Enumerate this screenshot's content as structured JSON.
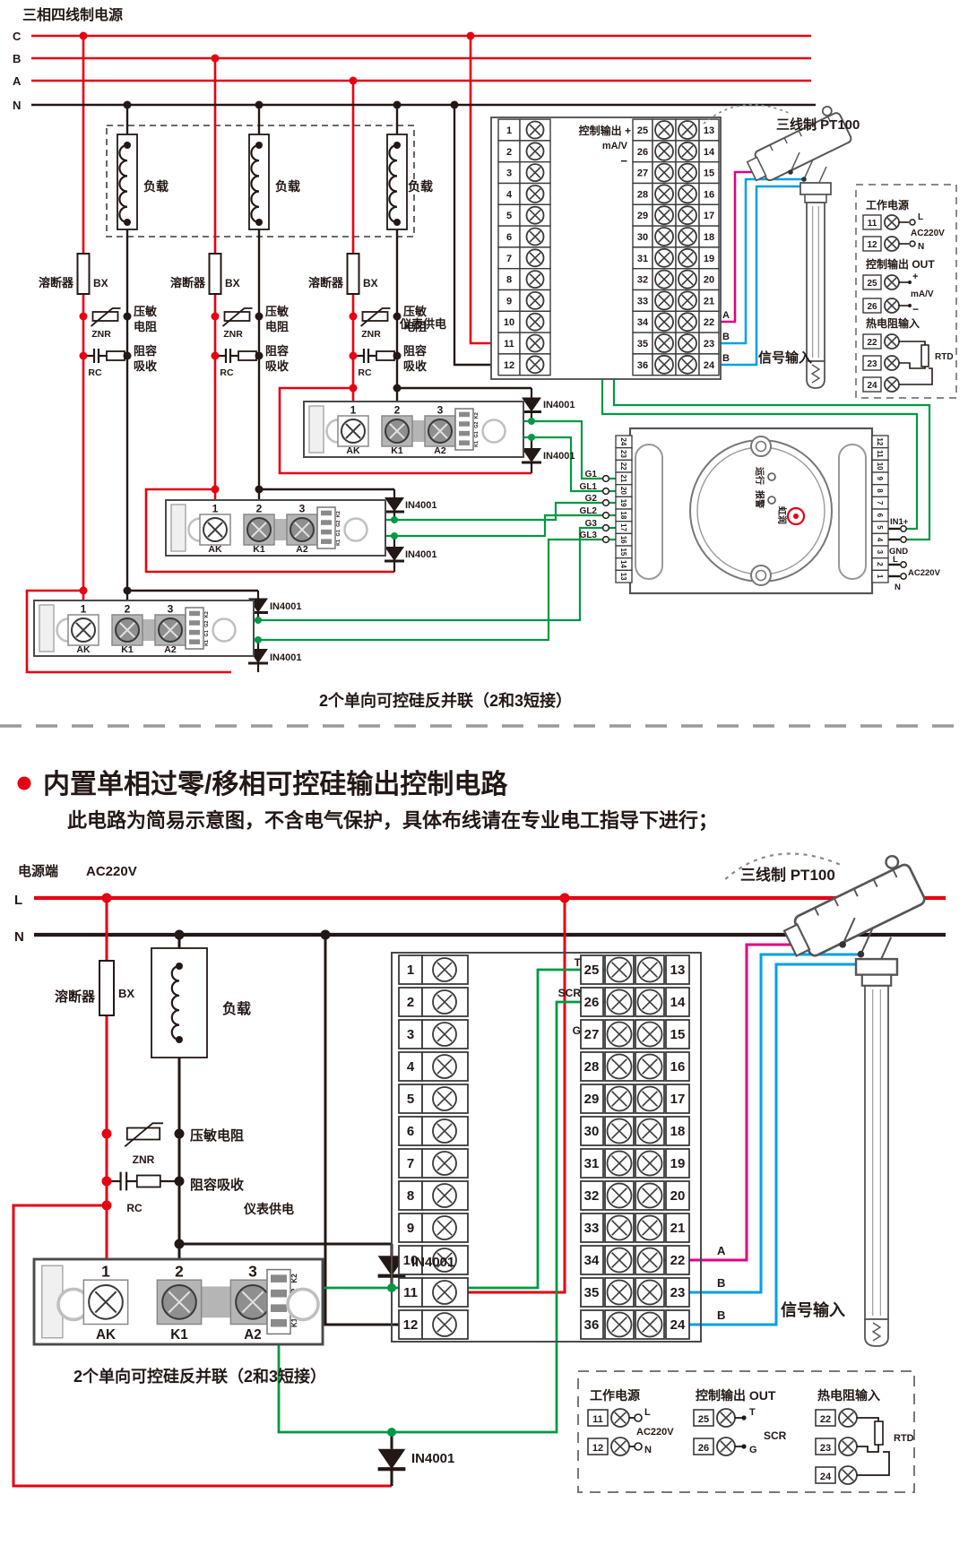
{
  "colors": {
    "red": "#e60012",
    "black": "#231815",
    "green": "#009944",
    "magenta": "#e4007f",
    "blue": "#00a0e9",
    "gray_dash": "#9a9a9a"
  },
  "top": {
    "title": "三相四线制电源",
    "phase_c": "C",
    "phase_b": "B",
    "phase_a": "A",
    "phase_n": "N",
    "load": "负载",
    "fuse": "溶断器",
    "fuse_code": "BX",
    "znr_line1": "压敏",
    "znr_line2": "电阻",
    "znr_code": "ZNR",
    "rc_line1": "阻容",
    "rc_line2": "吸收",
    "rc_code": "RC",
    "diode": "IN4001",
    "module": {
      "terminals": [
        "1",
        "2",
        "3"
      ],
      "labels": [
        "AK",
        "K1",
        "A2"
      ],
      "strip": [
        "K2",
        "G2",
        "G1",
        "K1"
      ]
    },
    "block": {
      "left": [
        "1",
        "2",
        "3",
        "4",
        "5",
        "6",
        "7",
        "8",
        "9",
        "10",
        "11",
        "12"
      ],
      "mid": [
        "25",
        "26",
        "27",
        "28",
        "29",
        "30",
        "31",
        "32",
        "33",
        "34",
        "35",
        "36"
      ],
      "right": [
        "13",
        "14",
        "15",
        "16",
        "17",
        "18",
        "19",
        "20",
        "21",
        "22",
        "23",
        "24"
      ],
      "out_label": "控制输出 +",
      "mav": "mA/V",
      "minus": "−",
      "supply": "仪表供电",
      "sig_a": "A",
      "sig_b": "B",
      "sig_b2": "B"
    },
    "gates": [
      "G1",
      "GL1",
      "G2",
      "GL2",
      "G3",
      "GL3"
    ],
    "pt100": "三线制 PT100",
    "signal": "信号输入",
    "controller": {
      "left": [
        "24",
        "23",
        "22",
        "21",
        "20",
        "19",
        "18",
        "17",
        "16",
        "15",
        "14",
        "13"
      ],
      "right": [
        "12",
        "11",
        "10",
        "9",
        "8",
        "7",
        "6",
        "5",
        "4",
        "3",
        "2",
        "1"
      ],
      "run": "运行",
      "alarm": "报警",
      "brand": "虹润",
      "in1": "IN1+",
      "gnd": "GND",
      "l": "L",
      "ac": "AC220V",
      "n": "N"
    },
    "panel": {
      "power_title": "工作电源",
      "t11": "11",
      "t12": "12",
      "l": "L",
      "ac": "AC220V",
      "n": "N",
      "out_title": "控制输出 OUT",
      "t25": "25",
      "t26": "26",
      "plus": "+",
      "minus": "−",
      "mav": "mA/V",
      "rtd_title": "热电阻输入",
      "t22": "22",
      "t23": "23",
      "t24": "24",
      "rtd": "RTD"
    },
    "caption": "2个单向可控硅反并联（2和3短接）"
  },
  "bottom": {
    "title": "内置单相过零/移相可控硅输出控制电路",
    "subtitle": "此电路为简易示意图，不含电气保护，具体布线请在专业电工指导下进行；",
    "supply_label": "电源端",
    "voltage": "AC220V",
    "line_l": "L",
    "line_n": "N",
    "fuse": "溶断器",
    "fuse_code": "BX",
    "load": "负载",
    "znr": "压敏电阻",
    "znr_code": "ZNR",
    "rc": "阻容吸收",
    "rc_code": "RC",
    "diode": "IN4001",
    "block": {
      "left": [
        "1",
        "2",
        "3",
        "4",
        "5",
        "6",
        "7",
        "8",
        "9",
        "10",
        "11",
        "12"
      ],
      "mid": [
        "25",
        "26",
        "27",
        "28",
        "29",
        "30",
        "31",
        "32",
        "33",
        "34",
        "35",
        "36"
      ],
      "right": [
        "13",
        "14",
        "15",
        "16",
        "17",
        "18",
        "19",
        "20",
        "21",
        "22",
        "23",
        "24"
      ],
      "t": "T",
      "scr": "SCR",
      "g": "G",
      "supply": "仪表供电",
      "sig_a": "A",
      "sig_b": "B",
      "sig_b2": "B"
    },
    "module": {
      "terminals": [
        "1",
        "2",
        "3"
      ],
      "labels": [
        "AK",
        "K1",
        "A2"
      ],
      "strip": [
        "K2",
        "G2",
        "G1",
        "K1"
      ]
    },
    "pt100": "三线制 PT100",
    "signal": "信号输入",
    "panel": {
      "power_title": "工作电源",
      "t11": "11",
      "t12": "12",
      "l": "L",
      "ac": "AC220V",
      "n": "N",
      "out_title": "控制输出 OUT",
      "t25": "25",
      "t26": "26",
      "t": "T",
      "scr": "SCR",
      "g": "G",
      "rtd_title": "热电阻输入",
      "t22": "22",
      "t23": "23",
      "t24": "24",
      "rtd": "RTD"
    },
    "caption": "2个单向可控硅反并联（2和3短接）"
  }
}
